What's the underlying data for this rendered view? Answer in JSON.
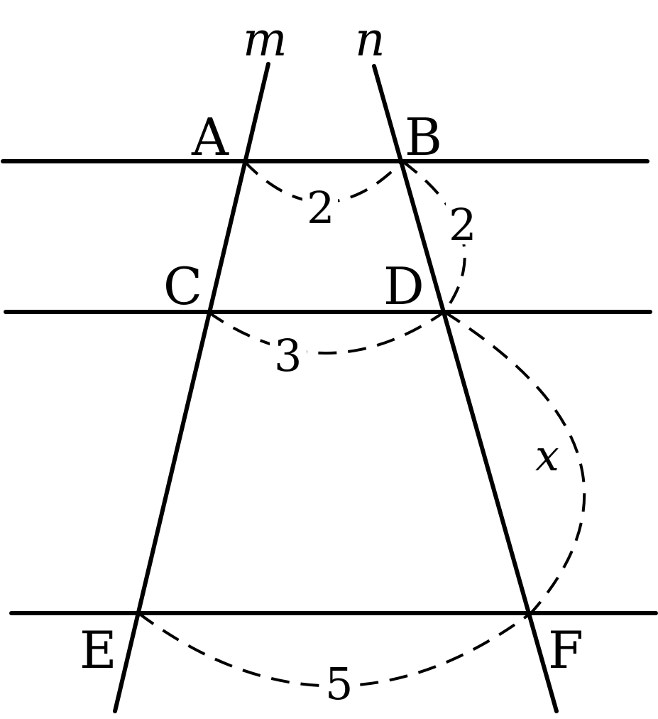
{
  "lines": {
    "transversal_left": "m",
    "transversal_right": "n"
  },
  "points": {
    "A": "A",
    "B": "B",
    "C": "C",
    "D": "D",
    "E": "E",
    "F": "F"
  },
  "segments": {
    "AB": "2",
    "CD": "3",
    "EF": "5",
    "BD": "2",
    "DF": "x"
  }
}
